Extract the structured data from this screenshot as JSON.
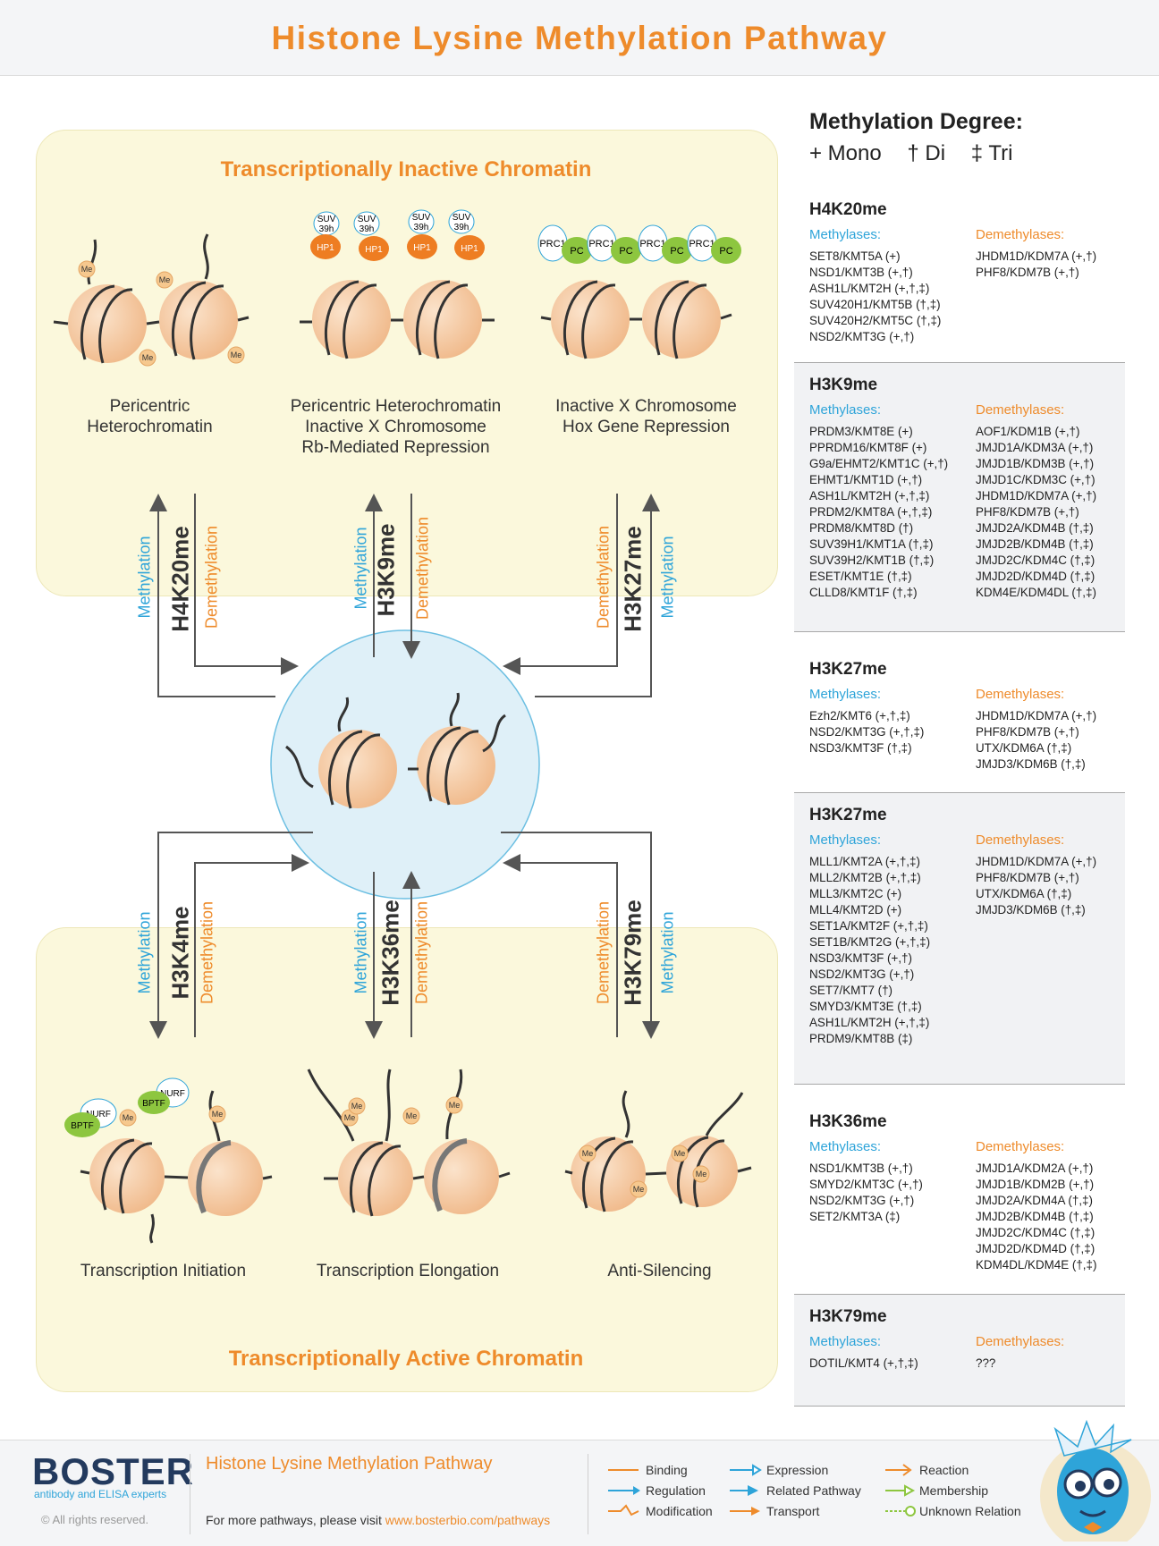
{
  "page": {
    "title": "Histone Lysine Methylation Pathway"
  },
  "diagram": {
    "inactive_title": "Transcriptionally Inactive Chromatin",
    "active_title": "Transcriptionally Active Chromatin",
    "inactive_captions": [
      "Pericentric\nHeterochromatin",
      "Pericentric Heterochromatin\nInactive X Chromosome\nRb-Mediated Repression",
      "Inactive X Chromosome\nHox Gene Repression"
    ],
    "active_captions": [
      "Transcription Initiation",
      "Transcription Elongation",
      "Anti-Silencing"
    ],
    "arrow_labels": {
      "methylation": "Methylation",
      "demethylation": "Demethylation"
    },
    "marks_top": [
      "H4K20me",
      "H3K9me",
      "H3K27me"
    ],
    "marks_bottom": [
      "H3K4me",
      "H3K36me",
      "H3K79me"
    ],
    "me_label": "Me",
    "protein_labels": {
      "suv": "SUV",
      "suv2": "39h",
      "hp1": "HP1",
      "prc1": "PRC1",
      "pc": "PC",
      "nurf": "NURF",
      "bptf": "BPTF"
    }
  },
  "degree": {
    "title": "Methylation Degree:",
    "mono": "+ Mono",
    "di": "† Di",
    "tri": "‡ Tri"
  },
  "sections": [
    {
      "mark": "H4K20me",
      "methylases_label": "Methylases:",
      "demethylases_label": "Demethylases:",
      "methylases": [
        "SET8/KMT5A (+)",
        "NSD1/KMT3B (+,†)",
        "ASH1L/KMT2H (+,†,‡)",
        "SUV420H1/KMT5B (†,‡)",
        "SUV420H2/KMT5C (†,‡)",
        "NSD2/KMT3G (+,†)"
      ],
      "demethylases": [
        "JHDM1D/KDM7A (+,†)",
        "PHF8/KDM7B (+,†)"
      ]
    },
    {
      "mark": "H3K9me",
      "methylases_label": "Methylases:",
      "demethylases_label": "Demethylases:",
      "methylases": [
        "PRDM3/KMT8E (+)",
        "PPRDM16/KMT8F (+)",
        "G9a/EHMT2/KMT1C (+,†)",
        "EHMT1/KMT1D (+,†)",
        "ASH1L/KMT2H (+,†,‡)",
        "PRDM2/KMT8A (+,†,‡)",
        "PRDM8/KMT8D (†)",
        "SUV39H1/KMT1A (†,‡)",
        "SUV39H2/KMT1B (†,‡)",
        "ESET/KMT1E (†,‡)",
        "CLLD8/KMT1F (†,‡)"
      ],
      "demethylases": [
        "AOF1/KDM1B (+,†)",
        "JMJD1A/KDM3A (+,†)",
        "JMJD1B/KDM3B (+,†)",
        "JMJD1C/KDM3C (+,†)",
        "JHDM1D/KDM7A (+,†)",
        "PHF8/KDM7B (+,†)",
        "JMJD2A/KDM4B (†,‡)",
        "JMJD2B/KDM4B (†,‡)",
        "JMJD2C/KDM4C (†,‡)",
        "JMJD2D/KDM4D (†,‡)",
        "KDM4E/KDM4DL (†,‡)"
      ]
    },
    {
      "mark": "H3K27me",
      "methylases_label": "Methylases:",
      "demethylases_label": "Demethylases:",
      "methylases": [
        "Ezh2/KMT6 (+,†,‡)",
        "NSD2/KMT3G (+,†,‡)",
        "NSD3/KMT3F (†,‡)"
      ],
      "demethylases": [
        "JHDM1D/KDM7A (+,†)",
        "PHF8/KDM7B (+,†)",
        "UTX/KDM6A (†,‡)",
        "JMJD3/KDM6B (†,‡)"
      ]
    },
    {
      "mark": "H3K27me",
      "methylases_label": "Methylases:",
      "demethylases_label": "Demethylases:",
      "methylases": [
        "MLL1/KMT2A (+,†,‡)",
        "MLL2/KMT2B (+,†,‡)",
        "MLL3/KMT2C (+)",
        "MLL4/KMT2D (+)",
        "SET1A/KMT2F (+,†,‡)",
        "SET1B/KMT2G (+,†,‡)",
        "NSD3/KMT3F (+,†)",
        "NSD2/KMT3G (+,†)",
        "SET7/KMT7 (†)",
        "SMYD3/KMT3E (†,‡)",
        "ASH1L/KMT2H (+,†,‡)",
        "PRDM9/KMT8B (‡)"
      ],
      "demethylases": [
        "JHDM1D/KDM7A (+,†)",
        "PHF8/KDM7B (+,†)",
        "UTX/KDM6A (†,‡)",
        "JMJD3/KDM6B (†,‡)"
      ]
    },
    {
      "mark": "H3K36me",
      "methylases_label": "Methylases:",
      "demethylases_label": "Demethylases:",
      "methylases": [
        "NSD1/KMT3B (+,†)",
        "SMYD2/KMT3C (+,†)",
        "NSD2/KMT3G (+,†)",
        "SET2/KMT3A (‡)"
      ],
      "demethylases": [
        "JMJD1A/KDM2A (+,†)",
        "JMJD1B/KDM2B (+,†)",
        "JMJD2A/KDM4A (†,‡)",
        "JMJD2B/KDM4B (†,‡)",
        "JMJD2C/KDM4C (†,‡)",
        "JMJD2D/KDM4D (†,‡)",
        "KDM4DL/KDM4E (†,‡)"
      ]
    },
    {
      "mark": "H3K79me",
      "methylases_label": "Methylases:",
      "demethylases_label": "Demethylases:",
      "methylases": [
        "DOTIL/KMT4 (+,†,‡)"
      ],
      "demethylases": [
        "???"
      ]
    }
  ],
  "footer": {
    "brand": "BOSTER",
    "tagline": "antibody and ELISA experts",
    "copyright": "© All rights reserved.",
    "title": "Histone Lysine Methylation Pathway",
    "more_text": "For more pathways, please visit ",
    "more_link": "www.bosterbio.com/pathways",
    "legend": [
      "Binding",
      "Regulation",
      "Modification",
      "Expression",
      "Related Pathway",
      "Transport",
      "Reaction",
      "Membership",
      "Unknown Relation"
    ]
  },
  "colors": {
    "orange": "#ee8b2b",
    "blue": "#2ea4d9",
    "panel": "#fbf8dc",
    "nucleosome": "#f3c49a",
    "circle": "#dff0f8",
    "navy": "#233a5e",
    "green": "#8dc63f"
  }
}
